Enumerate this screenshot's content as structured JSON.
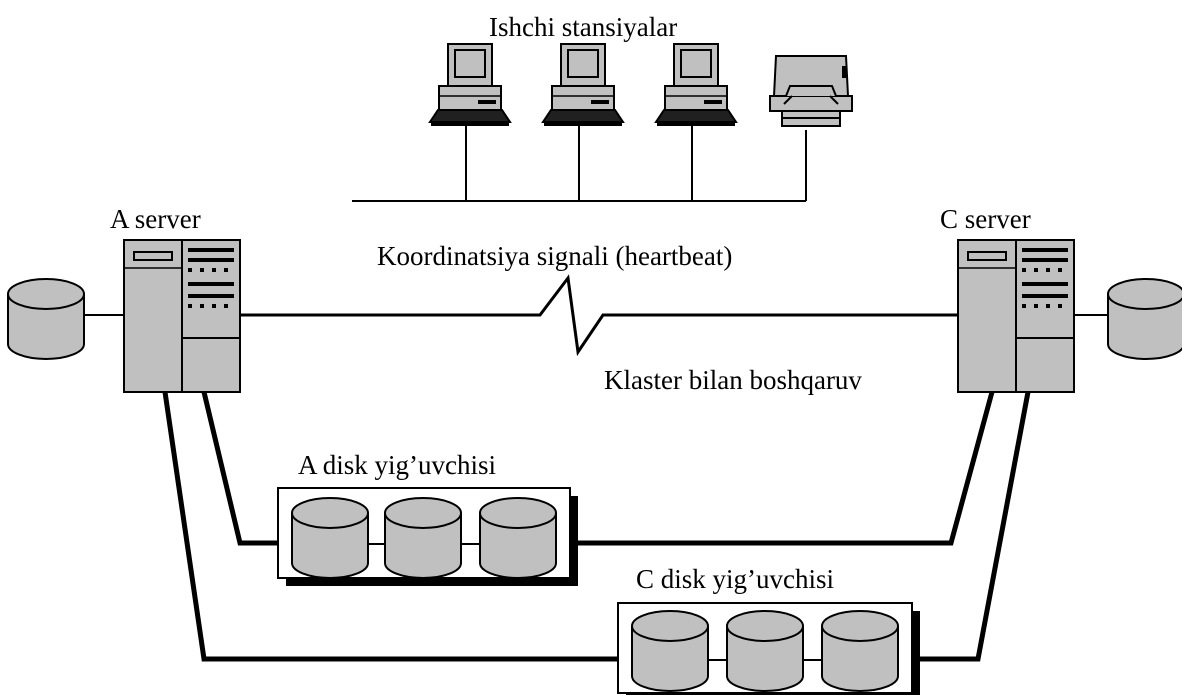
{
  "labels": {
    "workstations": "Ishchi stansiyalar",
    "server_a": "A server",
    "server_c": "C server",
    "heartbeat": "Koordinatsiya signali (heartbeat)",
    "cluster_mgmt": "Klaster bilan boshqaruv",
    "disk_array_a": "A disk yig’uvchisi",
    "disk_array_c": "C  disk yig’uvchisi"
  },
  "colors": {
    "line": "#000000",
    "device_fill": "#c0c0c0",
    "dark_fill": "#202020",
    "background": "#ffffff"
  },
  "icons": {
    "workstation": "desktop-computer-icon",
    "printer": "printer-icon",
    "server": "server-tower-icon",
    "disk": "disk-cylinder-icon"
  }
}
